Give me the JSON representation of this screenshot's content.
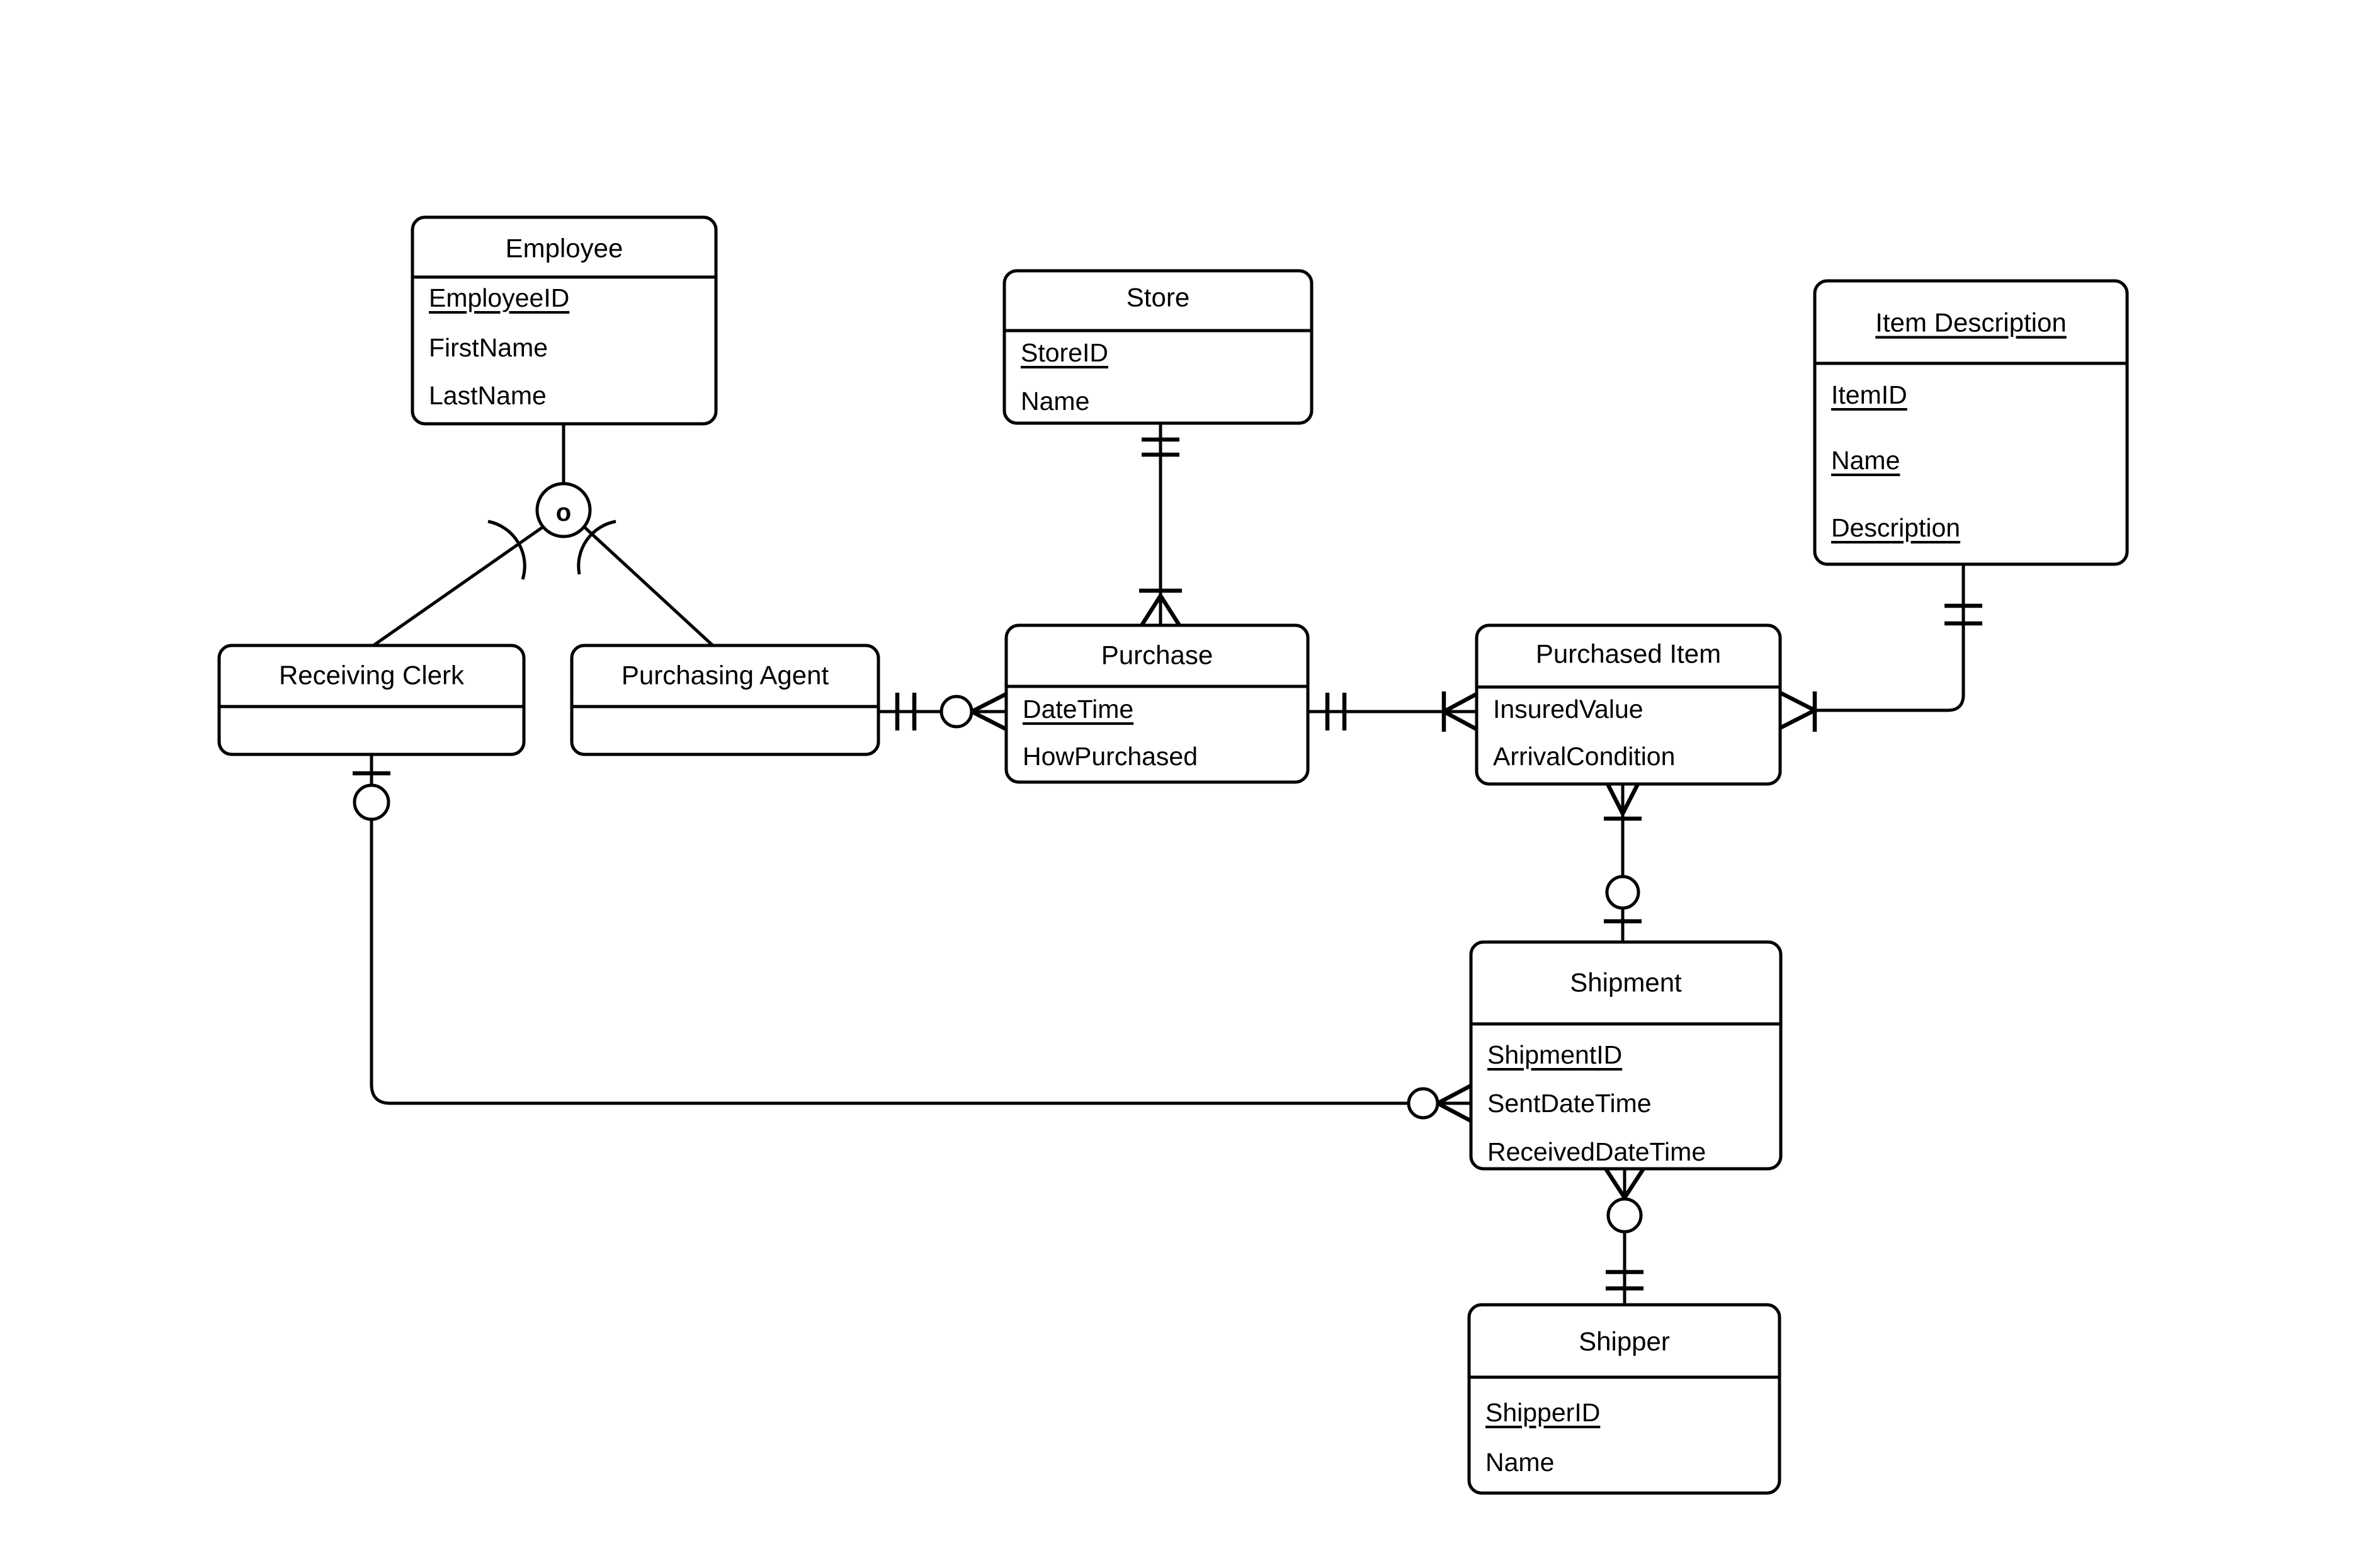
{
  "diagram": {
    "type": "entity-relationship-diagram",
    "notation": "crows-foot",
    "background_color": "#ffffff",
    "line_color": "#000000",
    "text_color": "#000000",
    "entities": [
      {
        "id": "employee",
        "title": "Employee",
        "title_underline": false,
        "attributes": [
          {
            "name": "EmployeeID",
            "underline": true
          },
          {
            "name": "FirstName",
            "underline": false
          },
          {
            "name": "LastName",
            "underline": false
          }
        ]
      },
      {
        "id": "store",
        "title": "Store",
        "title_underline": false,
        "attributes": [
          {
            "name": "StoreID",
            "underline": true
          },
          {
            "name": "Name",
            "underline": false
          }
        ]
      },
      {
        "id": "item-description",
        "title": "Item Description",
        "title_underline": true,
        "attributes": [
          {
            "name": "ItemID",
            "underline": true
          },
          {
            "name": "Name",
            "underline": true
          },
          {
            "name": "Description",
            "underline": true
          }
        ]
      },
      {
        "id": "receiving-clerk",
        "title": "Receiving Clerk",
        "title_underline": false,
        "attributes": []
      },
      {
        "id": "purchasing-agent",
        "title": "Purchasing Agent",
        "title_underline": false,
        "attributes": []
      },
      {
        "id": "purchase",
        "title": "Purchase",
        "title_underline": false,
        "attributes": [
          {
            "name": "DateTime",
            "underline": true
          },
          {
            "name": "HowPurchased",
            "underline": false
          }
        ]
      },
      {
        "id": "purchased-item",
        "title": "Purchased Item",
        "title_underline": false,
        "attributes": [
          {
            "name": "InsuredValue",
            "underline": false
          },
          {
            "name": "ArrivalCondition",
            "underline": false
          }
        ]
      },
      {
        "id": "shipment",
        "title": "Shipment",
        "title_underline": false,
        "attributes": [
          {
            "name": "ShipmentID",
            "underline": true
          },
          {
            "name": "SentDateTime",
            "underline": false
          },
          {
            "name": "ReceivedDateTime",
            "underline": false
          }
        ]
      },
      {
        "id": "shipper",
        "title": "Shipper",
        "title_underline": false,
        "attributes": [
          {
            "name": "ShipperID",
            "underline": true
          },
          {
            "name": "Name",
            "underline": false
          }
        ]
      }
    ],
    "subtype_connector": {
      "symbol": "o",
      "supertype": "Employee",
      "subtypes": [
        "Receiving Clerk",
        "Purchasing Agent"
      ]
    },
    "relationships": [
      {
        "from": "Store",
        "to": "Purchase",
        "from_cardinality": "one-and-only-one",
        "to_cardinality": "one-or-many"
      },
      {
        "from": "Purchasing Agent",
        "to": "Purchase",
        "from_cardinality": "one-and-only-one",
        "to_cardinality": "zero-or-many"
      },
      {
        "from": "Purchase",
        "to": "Purchased Item",
        "from_cardinality": "one-and-only-one",
        "to_cardinality": "one-or-many"
      },
      {
        "from": "Item Description",
        "to": "Purchased Item",
        "from_cardinality": "one-and-only-one",
        "to_cardinality": "one-or-many"
      },
      {
        "from": "Purchased Item",
        "to": "Shipment",
        "from_cardinality": "one-or-many",
        "to_cardinality": "zero-or-one"
      },
      {
        "from": "Shipment",
        "to": "Shipper",
        "from_cardinality": "zero-or-many",
        "to_cardinality": "one-and-only-one"
      },
      {
        "from": "Receiving Clerk",
        "to": "Shipment",
        "from_cardinality": "zero-or-one",
        "to_cardinality": "zero-or-many"
      }
    ]
  }
}
